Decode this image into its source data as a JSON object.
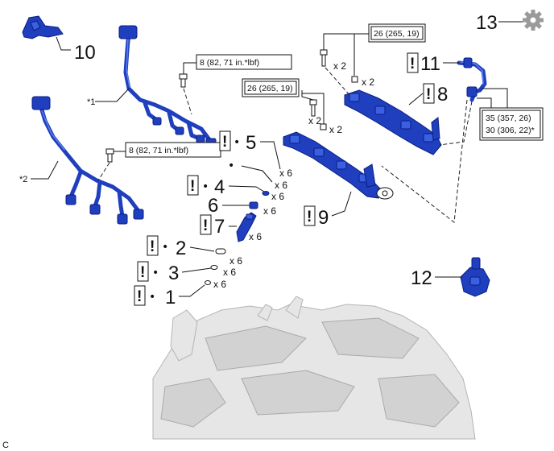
{
  "callouts": {
    "c1": "1",
    "c2": "2",
    "c3": "3",
    "c4": "4",
    "c5": "5",
    "c6": "6",
    "c7": "7",
    "c8": "8",
    "c9": "9",
    "c10": "10",
    "c11": "11",
    "c12": "12",
    "c13": "13"
  },
  "notes": {
    "n1": "*1",
    "n2": "*2"
  },
  "torque": {
    "t_harness1": "8 (82, 71 in.*lbf)",
    "t_harness2": "8 (82, 71 in.*lbf)",
    "t_rail_right": "26 (265, 19)",
    "t_rail_left": "26 (265, 19)",
    "t_pipe_line1": "35 (357, 26)",
    "t_pipe_line2": "30 (306, 22)*"
  },
  "quantities": {
    "q_rail_r_bolt": "x 2",
    "q_rail_r_stud": "x 2",
    "q_rail_l_bolt": "x 2",
    "q_rail_l_stud": "x 2",
    "q5": "x 6",
    "q_dot": "x 6",
    "q4": "x 6",
    "q6": "x 6",
    "q7": "x 6",
    "q2": "x 6",
    "q3": "x 6",
    "q1": "x 6"
  },
  "markers": {
    "excl": "!",
    "bullet": "•"
  },
  "icons": {
    "settings": "gear-icon"
  },
  "corner_code": "C",
  "colors": {
    "part_blue": "#1f3fbf",
    "engine_gray": "#e6e6e6"
  }
}
